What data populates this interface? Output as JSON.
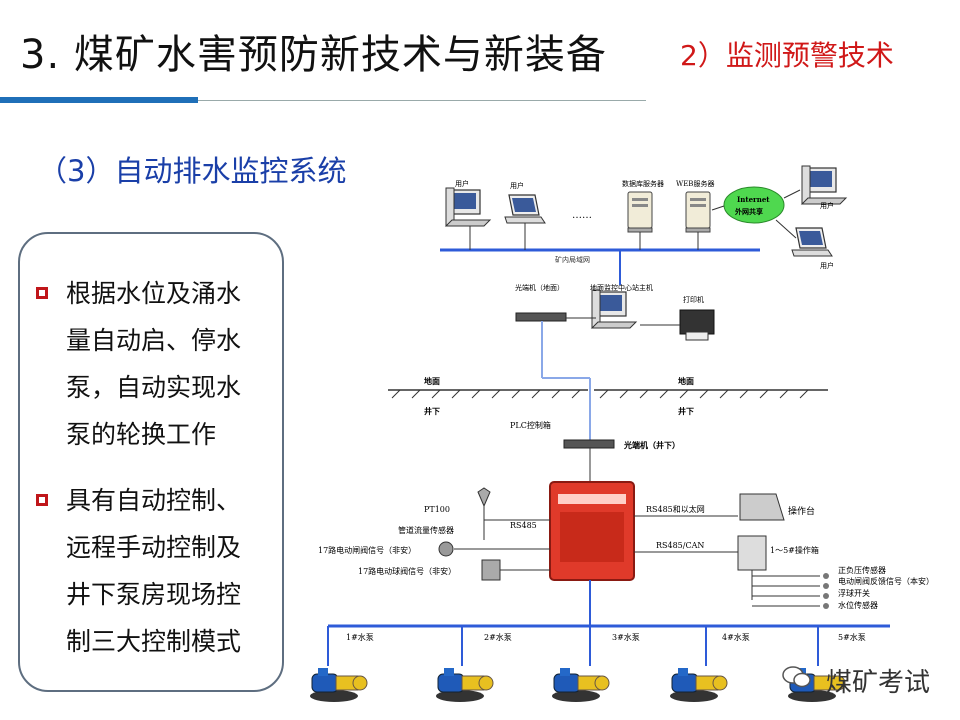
{
  "header": {
    "title": "3. 煤矿水害预防新技术与新装备",
    "subtitle": "2）监测预警技术"
  },
  "section_title": "（3）自动排水监控系统",
  "bullets": [
    {
      "lines": [
        "根据水位及涌水",
        "量自动启、停水",
        "泵，自动实现水",
        "泵的轮换工作"
      ]
    },
    {
      "lines": [
        "具有自动控制、",
        "远程手动控制及",
        "井下泵房现场控",
        "制三大控制模式"
      ]
    }
  ],
  "diagram": {
    "user1": "用户",
    "user2": "用户",
    "user3": "用户",
    "user4": "用户",
    "ellipsis": "……",
    "db_server": "数据库服务器",
    "web_server": "WEB服务器",
    "internet": "Internet",
    "internet_share": "外网共享",
    "lan": "矿内局域网",
    "optical_ground": "光端机（地面）",
    "host": "地面监控中心站主机",
    "printer": "打印机",
    "ground_left": "地面",
    "ground_right": "地面",
    "underground_left": "井下",
    "underground_right": "井下",
    "plc_box": "PLC控制箱",
    "optical_under": "光端机（井下）",
    "pt100": "PT100",
    "flow_sensor": "管道流量传感器",
    "rs485": "RS485",
    "valve_signal": "17路电动闸阀信号（非安）",
    "ball_valve": "17路电动球阀信号（非安）",
    "rs485_eth": "RS485和以太网",
    "console": "操作台",
    "rs485_can": "RS485/CAN",
    "op_box": "1～5#操作箱",
    "sensor1": "正负压传感器",
    "sensor2": "电动闸阀反馈信号（本安）",
    "sensor3": "浮球开关",
    "sensor4": "水位传感器",
    "pump1": "1#水泵",
    "pump2": "2#水泵",
    "pump3": "3#水泵",
    "pump4": "4#水泵",
    "pump5": "5#水泵"
  },
  "watermark": "煤矿考试",
  "colors": {
    "title_red": "#d01818",
    "section_blue": "#1a3fa8",
    "accent_blue": "#1f6fb8",
    "bullet_red": "#c0161a",
    "plc_red": "#e03a2a",
    "lan_blue": "#2e5bd8"
  }
}
